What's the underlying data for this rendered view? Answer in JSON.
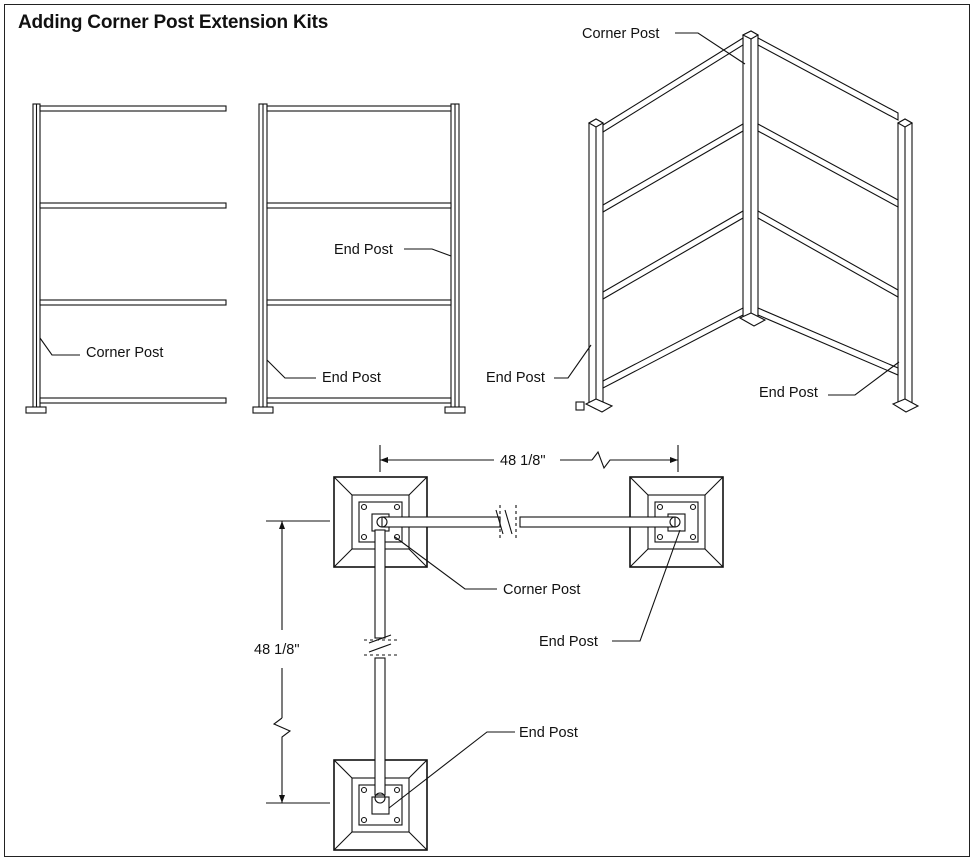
{
  "title": "Adding Corner Post Extension Kits",
  "labels": {
    "corner_post": "Corner Post",
    "end_post": "End Post",
    "dim_horizontal": "48 1/8\"",
    "dim_vertical": "48 1/8\""
  }
}
